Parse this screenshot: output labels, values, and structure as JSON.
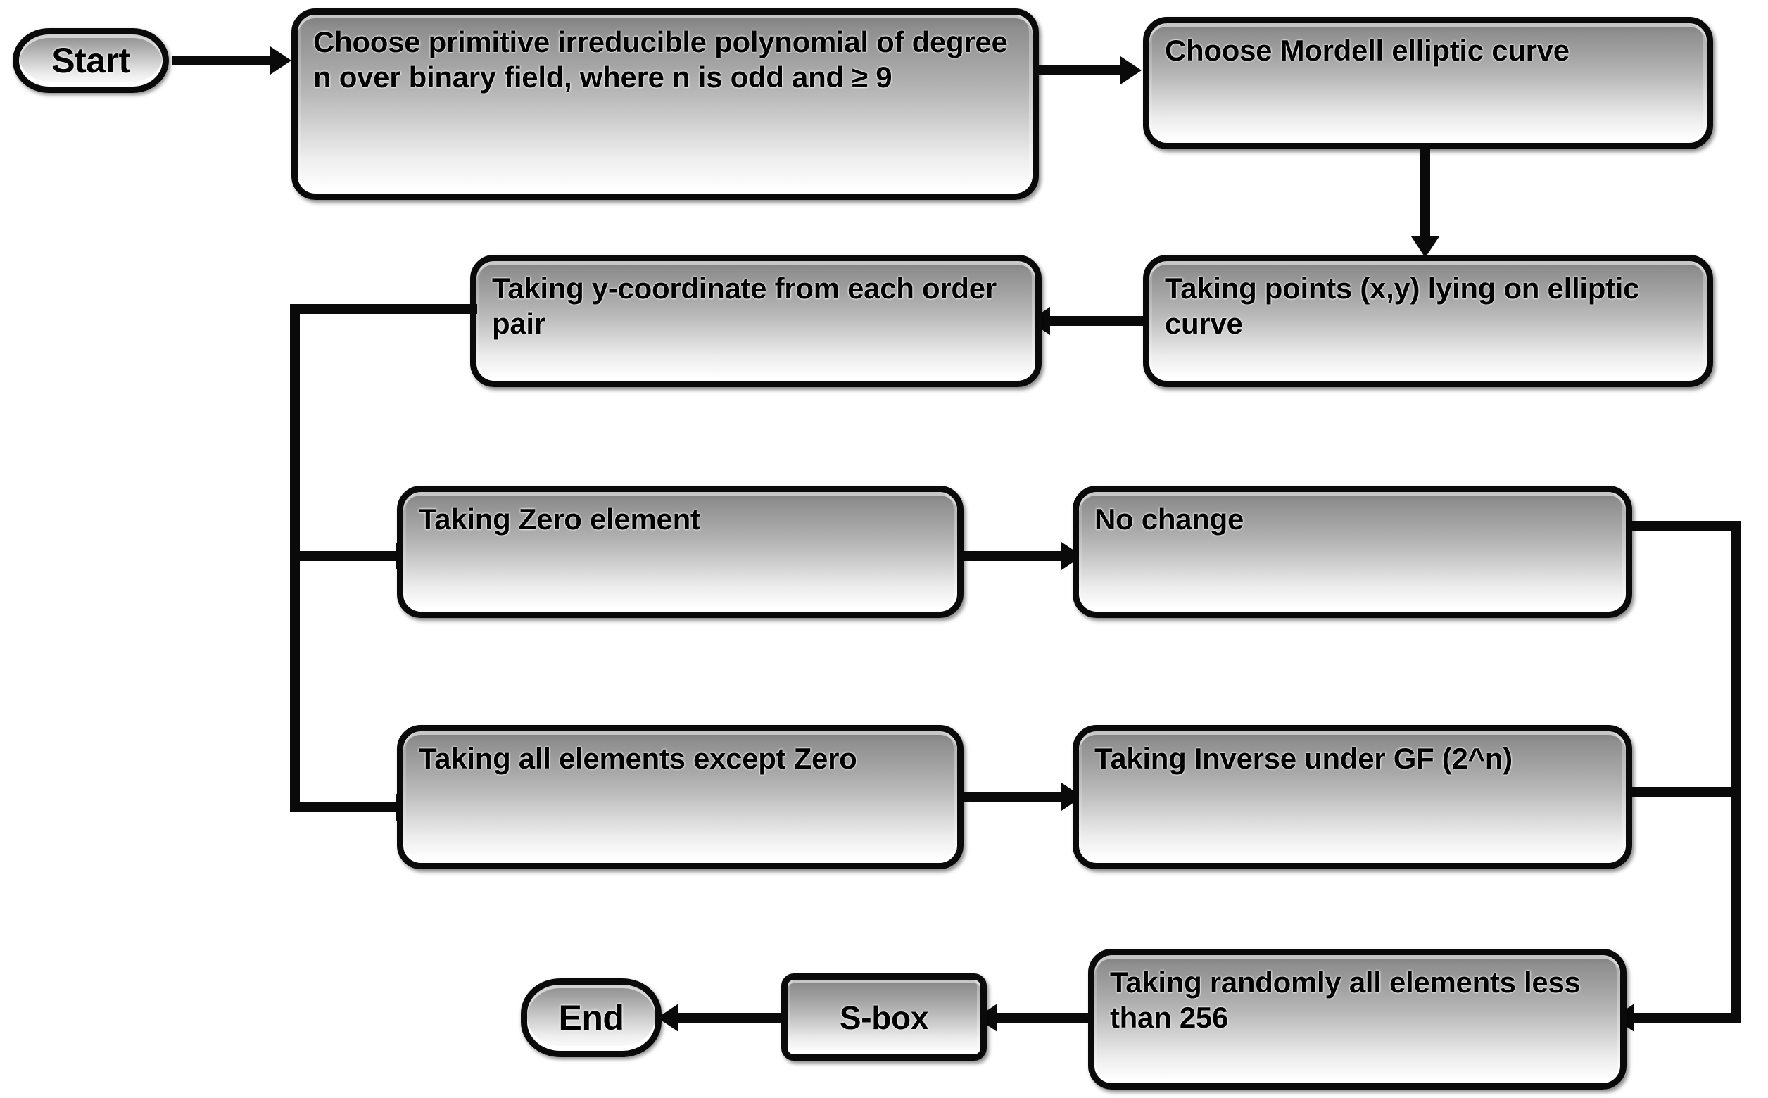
{
  "diagram": {
    "title": "S-box generation flowchart",
    "background_color": "#ffffff",
    "line_color": "#0a0a0a",
    "node_fill_top": "#7e7e7e",
    "node_fill_bottom": "#ffffff",
    "nodes": {
      "start": {
        "label": "Start",
        "shape": "terminator"
      },
      "choose_polynomial": {
        "label": "Choose primitive irreducible polynomial of degree n over binary field, where n is odd and ≥  9",
        "shape": "process"
      },
      "choose_curve": {
        "label": "Choose Mordell elliptic curve",
        "shape": "process"
      },
      "taking_points": {
        "label": "Taking points (x,y) lying on elliptic curve",
        "shape": "process"
      },
      "taking_y": {
        "label": "Taking y-coordinate from each order pair",
        "shape": "process"
      },
      "taking_zero": {
        "label": "Taking Zero element",
        "shape": "process"
      },
      "no_change": {
        "label": "No change",
        "shape": "process"
      },
      "taking_all_except_zero": {
        "label": "Taking all elements except Zero",
        "shape": "process"
      },
      "taking_inverse": {
        "label": "Taking Inverse under GF (2^n)",
        "shape": "process"
      },
      "taking_random": {
        "label": "Taking randomly all elements less than 256",
        "shape": "process"
      },
      "sbox": {
        "label": "S-box",
        "shape": "process"
      },
      "end": {
        "label": "End",
        "shape": "terminator"
      }
    },
    "edges": [
      {
        "from": "start",
        "to": "choose_polynomial",
        "direction": "right"
      },
      {
        "from": "choose_polynomial",
        "to": "choose_curve",
        "direction": "right"
      },
      {
        "from": "choose_curve",
        "to": "taking_points",
        "direction": "down"
      },
      {
        "from": "taking_points",
        "to": "taking_y",
        "direction": "left"
      },
      {
        "from": "taking_y",
        "to": "taking_zero",
        "direction": "left-down-right"
      },
      {
        "from": "taking_y",
        "to": "taking_all_except_zero",
        "direction": "left-down-right"
      },
      {
        "from": "taking_zero",
        "to": "no_change",
        "direction": "right"
      },
      {
        "from": "taking_all_except_zero",
        "to": "taking_inverse",
        "direction": "right"
      },
      {
        "from": "no_change",
        "to": "taking_random",
        "direction": "right-down-left"
      },
      {
        "from": "taking_inverse",
        "to": "taking_random",
        "direction": "right-down-left"
      },
      {
        "from": "taking_random",
        "to": "sbox",
        "direction": "left"
      },
      {
        "from": "sbox",
        "to": "end",
        "direction": "left"
      }
    ]
  }
}
